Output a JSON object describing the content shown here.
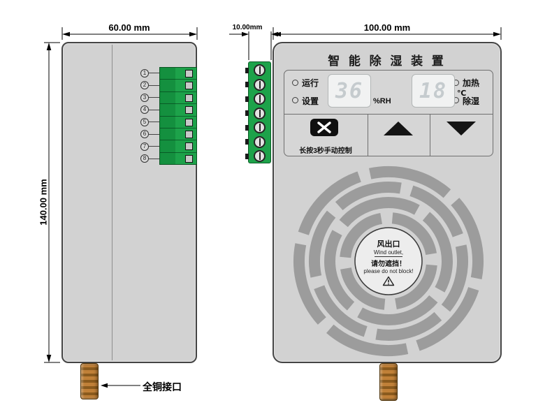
{
  "dimensions": {
    "side_width": "60.00 mm",
    "side_height": "140.00 mm",
    "terminal_depth": "10.00mm",
    "front_width": "100.00 mm"
  },
  "side_view": {
    "terminal_numbers": [
      "1",
      "2",
      "3",
      "4",
      "5",
      "6",
      "7",
      "8"
    ],
    "connector_label": "全铜接口"
  },
  "front_view": {
    "title": "智 能 除 湿 装 置",
    "indicators": {
      "run": "运行",
      "set": "设置",
      "heat": "加热",
      "dehumidify": "除湿"
    },
    "display": {
      "humidity_value": "36",
      "humidity_unit": "%RH",
      "temperature_value": "18",
      "temperature_unit": "℃"
    },
    "button_hint": "长按3秒手动控制",
    "fan_label": {
      "cn_outlet": "风出口",
      "en_outlet": "Wind outlet,",
      "cn_warning": "请勿遮挡！",
      "en_warning": "please do not block!"
    }
  },
  "colors": {
    "body_gray": "#d2d2d2",
    "terminal_green": "#1da24a",
    "copper": "#b4762e",
    "fan_arc_gray": "#9c9c9c",
    "display_digit": "#c5cbce"
  }
}
